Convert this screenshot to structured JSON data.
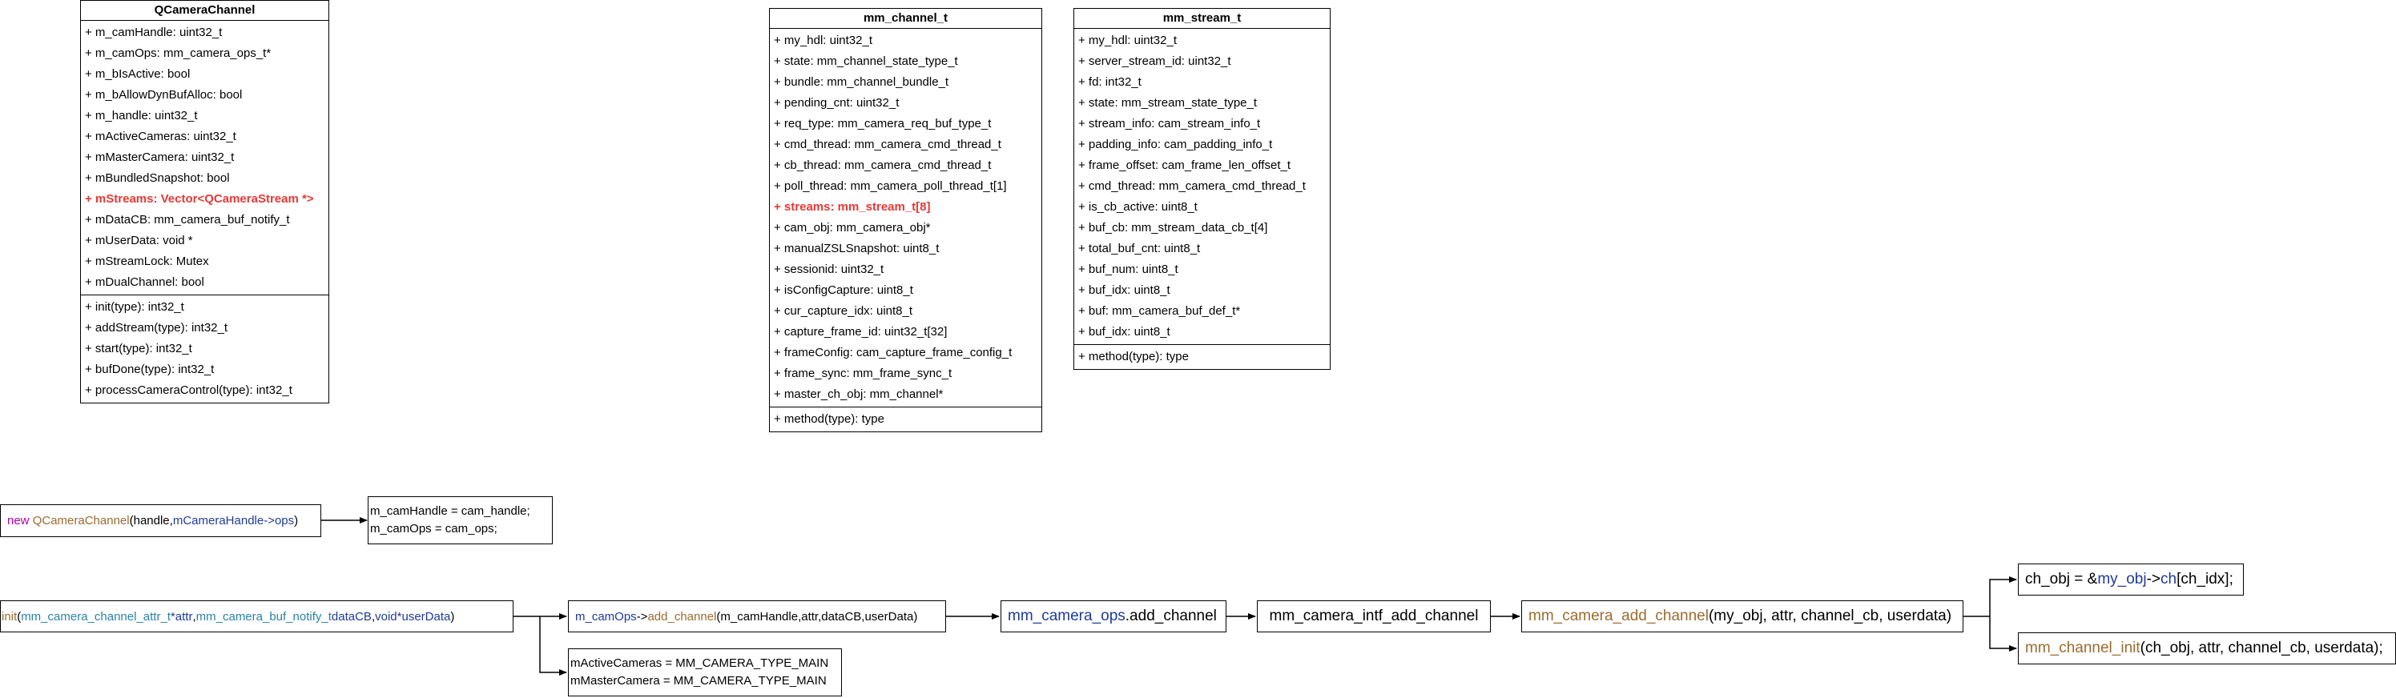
{
  "classes": {
    "qcamera_channel": {
      "title": "QCameraChannel",
      "attributes": [
        "+ m_camHandle: uint32_t",
        "+ m_camOps: mm_camera_ops_t*",
        "+ m_bIsActive: bool",
        "+ m_bAllowDynBufAlloc: bool",
        "+ m_handle: uint32_t",
        "+ mActiveCameras: uint32_t",
        "+ mMasterCamera: uint32_t",
        "+ mBundledSnapshot: bool",
        "+ mStreams: Vector<QCameraStream *>",
        "+ mDataCB: mm_camera_buf_notify_t",
        "+ mUserData: void *",
        "+ mStreamLock: Mutex",
        "+ mDualChannel: bool"
      ],
      "methods": [
        "+ init(type): int32_t",
        "+ addStream(type): int32_t",
        "+ start(type): int32_t",
        "+ bufDone(type): int32_t",
        "+ processCameraControl(type): int32_t"
      ]
    },
    "mm_channel_t": {
      "title": "mm_channel_t",
      "attributes": [
        "+ my_hdl: uint32_t",
        "+ state: mm_channel_state_type_t",
        "+ bundle: mm_channel_bundle_t",
        "+ pending_cnt: uint32_t",
        "+ req_type: mm_camera_req_buf_type_t",
        "+ cmd_thread: mm_camera_cmd_thread_t",
        "+ cb_thread: mm_camera_cmd_thread_t",
        "+ poll_thread: mm_camera_poll_thread_t[1]",
        "+ streams: mm_stream_t[8]",
        "+ cam_obj: mm_camera_obj*",
        "+ manualZSLSnapshot: uint8_t",
        "+ sessionid: uint32_t",
        "+ isConfigCapture: uint8_t",
        "+ cur_capture_idx: uint8_t",
        "+ capture_frame_id: uint32_t[32]",
        "+ frameConfig: cam_capture_frame_config_t",
        "+ frame_sync: mm_frame_sync_t",
        "+ master_ch_obj: mm_channel*"
      ],
      "methods": [
        "+ method(type): type"
      ]
    },
    "mm_stream_t": {
      "title": "mm_stream_t",
      "attributes": [
        "+ my_hdl: uint32_t",
        "+ server_stream_id: uint32_t",
        "+ fd: int32_t",
        "+ state: mm_stream_state_type_t",
        "+ stream_info: cam_stream_info_t",
        "+ padding_info: cam_padding_info_t",
        "+ frame_offset: cam_frame_len_offset_t",
        "+ cmd_thread: mm_camera_cmd_thread_t",
        "+ is_cb_active: uint8_t",
        "+ buf_cb: mm_stream_data_cb_t[4]",
        "+ total_buf_cnt: uint8_t",
        "+ buf_num: uint8_t",
        "+ buf_idx: uint8_t",
        "+ buf: mm_camera_buf_def_t*",
        "+ buf_idx: uint8_t"
      ],
      "methods": [
        "+ method(type): type"
      ]
    }
  },
  "flow": {
    "ctor": {
      "kw": "new",
      "cls": "QCameraChannel",
      "p1": "(handle, ",
      "p2": "mCameraHandle->ops",
      "p3": ")"
    },
    "ctor_assign": [
      "m_camHandle = cam_handle;",
      "m_camOps = cam_ops;"
    ],
    "init": {
      "fn": "init",
      "open": "(",
      "t1": "mm_camera_channel_attr_t",
      "a1": " *attr",
      "c1": ",",
      "t2": "mm_camera_buf_notify_t",
      "a2": " dataCB",
      "c2": ",",
      "t3": "void",
      "a3": " *userData",
      "close": ")"
    },
    "add_channel_call": {
      "obj": "m_camOps",
      "arrow": "->",
      "fn": "add_channel",
      "args": "(m_camHandle,attr,dataCB,userData)"
    },
    "init_assign": [
      "mActiveCameras = MM_CAMERA_TYPE_MAIN",
      "mMasterCamera = MM_CAMERA_TYPE_MAIN"
    ],
    "ops_add_channel": {
      "obj": "mm_camera_ops",
      "rest": ".add_channel"
    },
    "intf_add_channel": "mm_camera_intf_add_channel",
    "camera_add_channel": {
      "fn": "mm_camera_add_channel",
      "args": "(my_obj, attr, channel_cb, userdata)"
    },
    "ch_obj_assign": {
      "pre": "ch_obj = &",
      "obj": "my_obj",
      "arrow": "->",
      "field": "ch",
      "idx": "[ch_idx];"
    },
    "channel_init": {
      "fn": "mm_channel_init",
      "args": "(ch_obj, attr, channel_cb, userdata);"
    }
  },
  "colors": {
    "highlight": "#e53935",
    "keyword": "#b000b0",
    "type": "#9c6b2e",
    "variable": "#1f3a9b",
    "struct_type": "#2a82a8"
  }
}
